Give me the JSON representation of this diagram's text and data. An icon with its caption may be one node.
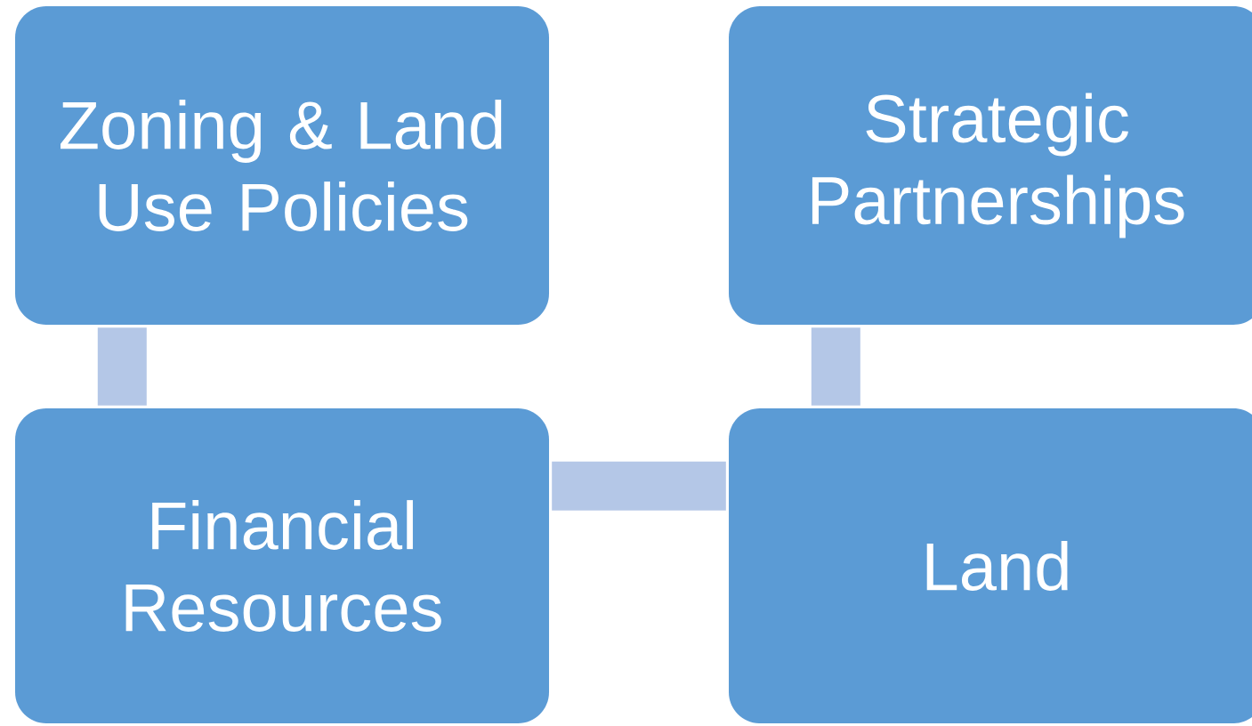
{
  "diagram": {
    "nodes": [
      {
        "text": [
          "Zoning & Land Use Policies"
        ]
      },
      {
        "text": [
          "Strategic Partnerships"
        ]
      },
      {
        "text": [
          "Financial Resources"
        ]
      },
      {
        "text": [
          "Land"
        ]
      }
    ],
    "edges": [
      {
        "from": 0,
        "to": 2,
        "arrow": "none"
      },
      {
        "from": 2,
        "to": 3,
        "arrow": "none"
      },
      {
        "from": 3,
        "to": 1,
        "arrow": "none"
      }
    ]
  }
}
